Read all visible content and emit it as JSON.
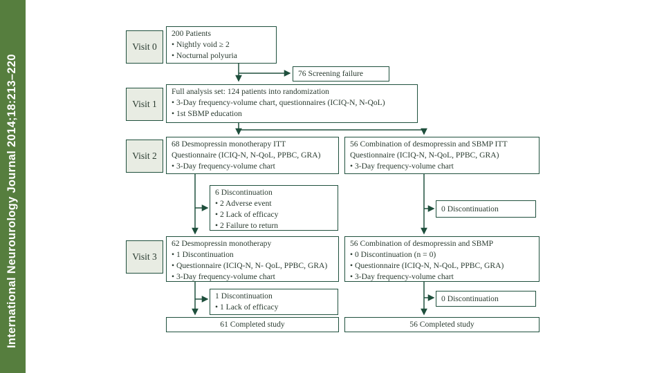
{
  "sidebar": {
    "journal": "International Neurourology Journal 2014;18:213–220",
    "bg_color": "#567e3e"
  },
  "palette": {
    "line_color": "#1e4f3c",
    "text_color": "#2b3c31",
    "visit_fill": "#e8ece3"
  },
  "visits": {
    "v0": "Visit 0",
    "v1": "Visit 1",
    "v2": "Visit 2",
    "v3": "Visit 3"
  },
  "boxes": {
    "patients": {
      "lines": [
        "200 Patients",
        "• Nightly void ≥ 2",
        "• Nocturnal polyuria"
      ]
    },
    "screening": {
      "lines": [
        "76 Screening failure"
      ]
    },
    "full_analysis": {
      "lines": [
        "Full analysis set: 124 patients into randomization",
        "• 3-Day frequency-volume chart, questionnaires (ICIQ-N, N-QoL)",
        "• 1st SBMP education"
      ]
    },
    "itt_mono": {
      "lines": [
        "68 Desmopressin monotherapy ITT",
        "Questionnaire (ICIQ-N, N-QoL, PPBC, GRA)",
        "• 3-Day frequency-volume chart"
      ]
    },
    "itt_combo": {
      "lines": [
        "56 Combination of desmopressin and SBMP ITT",
        "Questionnaire (ICIQ-N, N-QoL, PPBC, GRA)",
        "• 3-Day frequency-volume chart"
      ]
    },
    "disc_mono_mid": {
      "lines": [
        "6 Discontinuation",
        "• 2 Adverse event",
        "• 2 Lack of efficacy",
        "• 2 Failure to return"
      ]
    },
    "disc_combo_mid": {
      "lines": [
        "0 Discontinuation"
      ]
    },
    "visit3_mono": {
      "lines": [
        "62 Desmopressin monotherapy",
        "• 1 Discontinuation",
        "• Questionnaire (ICIQ-N, N- QoL, PPBC, GRA)",
        "• 3-Day frequency-volume chart"
      ]
    },
    "visit3_combo": {
      "lines": [
        "56 Combination of desmopressin and SBMP",
        "• 0 Discontinuation (n = 0)",
        "• Questionnaire (ICIQ-N, N-QoL, PPBC, GRA)",
        "• 3-Day frequency-volume chart"
      ]
    },
    "disc_mono_final": {
      "lines": [
        "1 Discontinuation",
        "• 1 Lack of efficacy"
      ]
    },
    "disc_combo_final": {
      "lines": [
        "0 Discontinuation"
      ]
    },
    "completed_mono": {
      "lines": [
        "61 Completed study"
      ]
    },
    "completed_combo": {
      "lines": [
        "56 Completed study"
      ]
    }
  }
}
